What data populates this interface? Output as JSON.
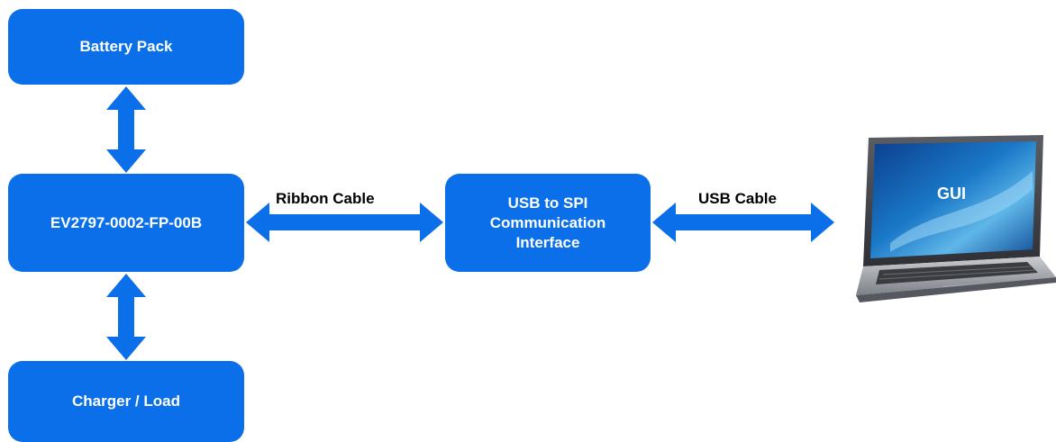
{
  "diagram": {
    "blocks": {
      "battery_pack": "Battery Pack",
      "evaluation_board": "EV2797-0002-FP-00B",
      "charger_load": "Charger / Load",
      "usb_spi_interface": [
        "USB to SPI",
        "Communication",
        "Interface"
      ],
      "gui": "GUI"
    },
    "connections": {
      "ribbon_cable": "Ribbon Cable",
      "usb_cable": "USB Cable"
    },
    "colors": {
      "block_fill": "#0a6fe8",
      "block_text": "#ffffff",
      "label_text": "#000000"
    },
    "icons": [
      "laptop-icon",
      "double-arrow"
    ]
  }
}
